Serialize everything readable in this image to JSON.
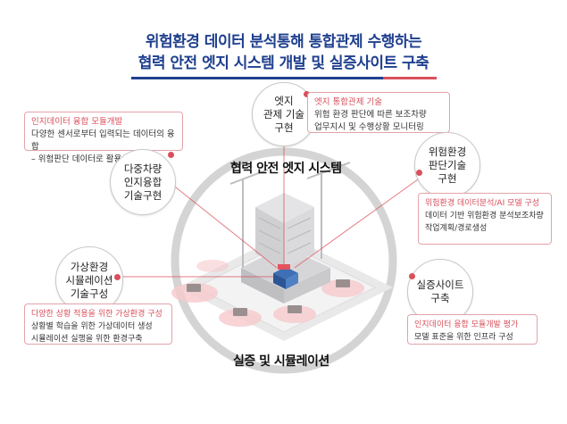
{
  "title": {
    "line1": "위험환경 데이터 분석통해  통합관제 수행하는",
    "line2": "협력 안전 엣지 시스템 개발 및 실증사이트 구축"
  },
  "center": {
    "top_label": "협력 안전 엣지 시스템",
    "bottom_label": "실증 및 시뮬레이션"
  },
  "nodes": {
    "edge": {
      "circle": "엣지\n관제 기술\n구현",
      "heading": "엣지 통합관제 기술",
      "body": [
        "위험 환경 판단에 따른 보조차량",
        "업무지시 및 수행상황 모니터링"
      ]
    },
    "multi": {
      "circle": "다중차량\n인지융합\n기술구현",
      "heading": "인지데이터 융합 모듈개발",
      "body": [
        "다양한 센서로부터 입력되는 데이터의 융합",
        "– 위험판단 데이터로 활용"
      ]
    },
    "risk": {
      "circle": "위험환경\n판단기술\n구현",
      "heading": "위험환경 데이터분석/AI 모델 구성",
      "body": [
        "데이터 기반 위험환경 분석보조차량",
        "작업계획/경로생성"
      ]
    },
    "sim": {
      "circle": "가상환경\n시뮬레이션\n기술구성",
      "heading": "다양한 상황 적용을 위한 가상환경 구성",
      "body": [
        "상황별 학습을 위한 가상데이터 생성",
        "시뮬레이션 실행을 위한 환경구축"
      ]
    },
    "site": {
      "circle": "실증사이트\n구축",
      "heading": "인지데이터 융합 모듈개발 평가",
      "body": [
        "모델 표준을 위한 인프라 구성"
      ]
    }
  },
  "colors": {
    "navy": "#1f3f8f",
    "accent": "#d9505b",
    "border": "#e3a3aa"
  }
}
